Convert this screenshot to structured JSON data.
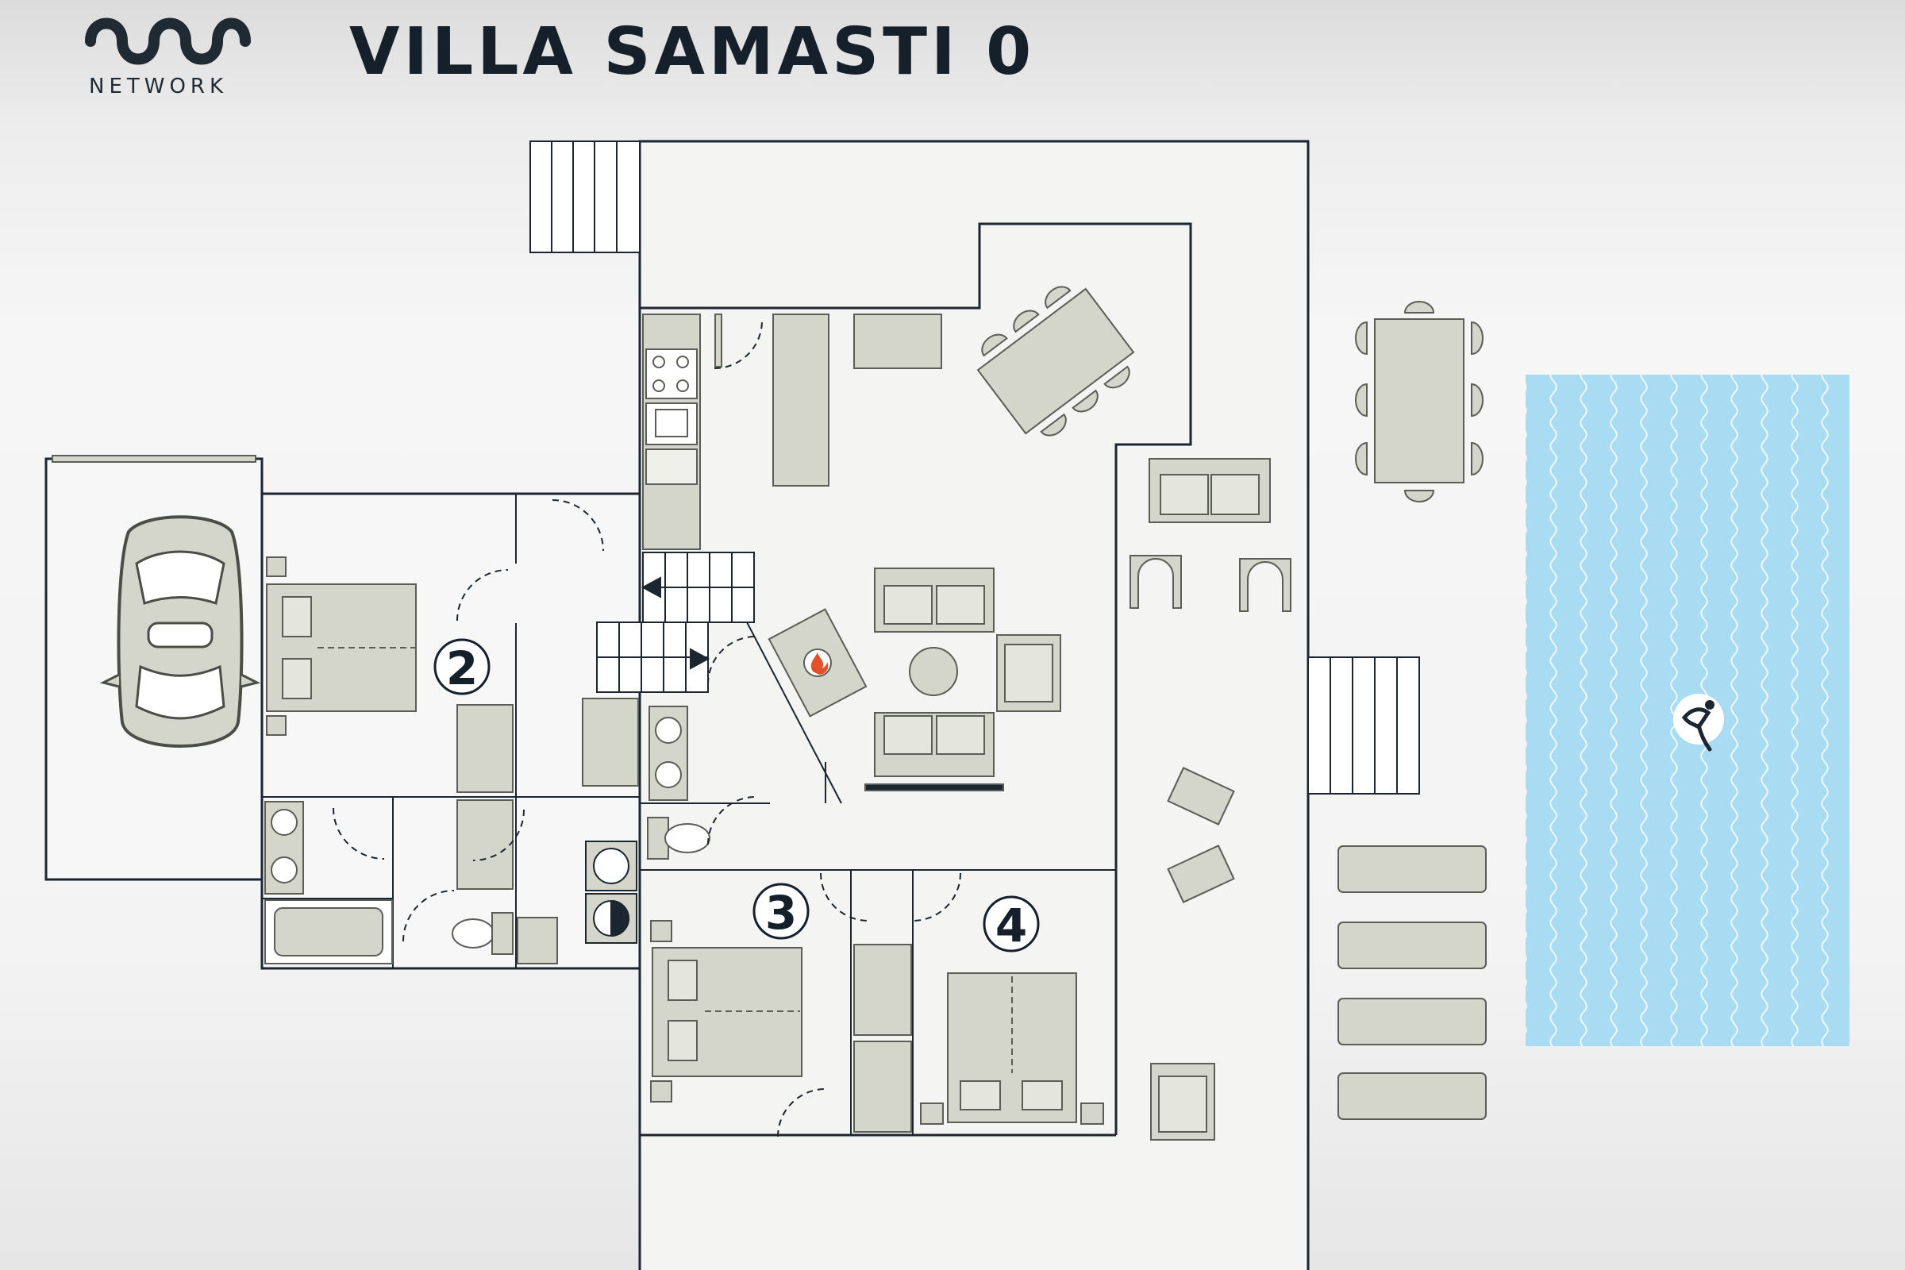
{
  "brand": {
    "logo_text": "NETWORK"
  },
  "title": "VILLA SAMASTI 0",
  "rooms": [
    {
      "number": "2"
    },
    {
      "number": "3"
    },
    {
      "number": "4"
    }
  ],
  "icons": {
    "fireplace": "fireplace-icon",
    "washer": "washing-machine-icon",
    "dryer": "dryer-icon",
    "pool": "swimmer-icon",
    "car": "car-icon"
  },
  "colors": {
    "wall": "#1c2630",
    "furniture": "#d4d6cb",
    "furniture_stroke": "#5a5e56",
    "pool": "#a9dcf3",
    "accent": "#e2512b"
  }
}
